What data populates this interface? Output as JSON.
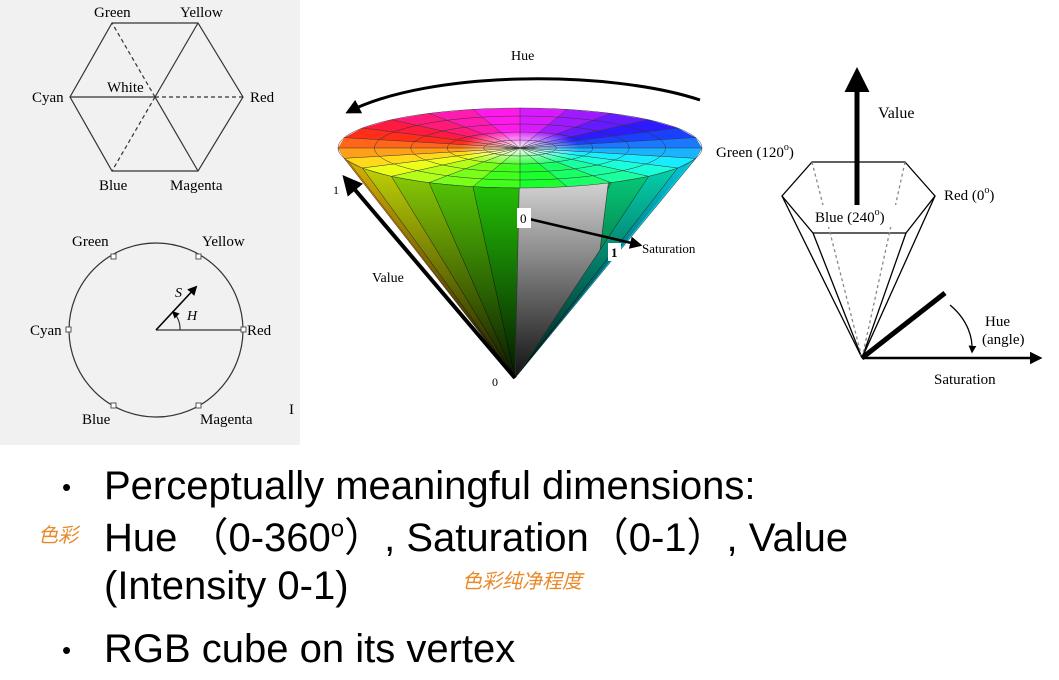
{
  "hexagon": {
    "labels": {
      "green": "Green",
      "yellow": "Yellow",
      "cyan": "Cyan",
      "white": "White",
      "red": "Red",
      "blue": "Blue",
      "magenta": "Magenta"
    }
  },
  "circle": {
    "labels": {
      "green": "Green",
      "yellow": "Yellow",
      "cyan": "Cyan",
      "red": "Red",
      "blue": "Blue",
      "magenta": "Magenta",
      "s": "S",
      "h": "H",
      "stray": "I"
    }
  },
  "cone": {
    "labels": {
      "hue": "Hue",
      "green": "Green (120",
      "green_deg": "o",
      "green_close": ")",
      "value": "Value",
      "saturation": "Saturation",
      "one_top": "1",
      "zero_center": "0",
      "one_sat": "1",
      "zero_bottom": "0"
    }
  },
  "hexcone": {
    "labels": {
      "value": "Value",
      "red": "Red (0",
      "red_deg": "o",
      "red_close": ")",
      "blue": "Blue (240",
      "blue_deg": "o",
      "blue_close": ")",
      "hue": "Hue",
      "angle": "(angle)",
      "saturation": "Saturation"
    }
  },
  "bullets": [
    {
      "text": "Perceptually meaningful dimensions:"
    },
    {
      "line1_a": "Hue （0-360",
      "line1_sup": "o",
      "line1_b": "）, Saturation（0-1）, Value",
      "line2": "(Intensity 0-1)"
    },
    {
      "text": "RGB cube on its vertex"
    }
  ],
  "annotations": {
    "left_note": "色彩",
    "under_saturation": "色彩纯净程度"
  }
}
